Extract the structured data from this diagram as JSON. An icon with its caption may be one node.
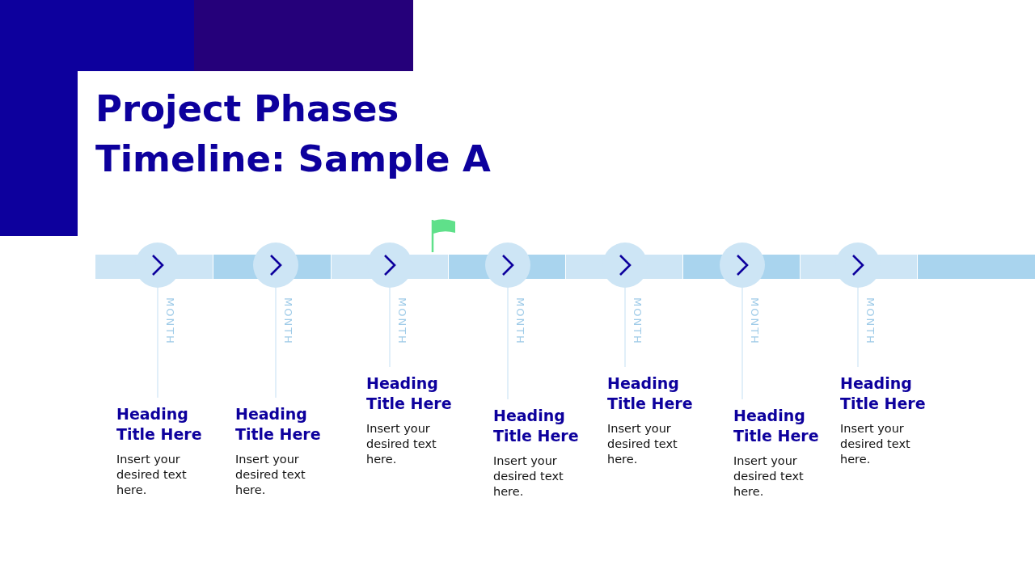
{
  "diagram": {
    "title": "Project Phases Timeline: Sample A",
    "nodes": [
      {
        "text": [],
        "shape": "circle"
      },
      {
        "text": [
          "Heading Title Here",
          "Insert your desired text here."
        ]
      },
      {
        "text": [],
        "shape": "circle"
      },
      {
        "text": [
          "Heading Title Here",
          "Insert your desired text here."
        ]
      },
      {
        "text": [],
        "shape": "circle"
      },
      {
        "text": [
          "Heading Title Here",
          "Insert your desired text here."
        ]
      },
      {
        "text": [],
        "shape": "circle"
      },
      {
        "text": [
          "Heading Title Here",
          "Insert your desired text here."
        ]
      },
      {
        "text": [],
        "shape": "circle"
      },
      {
        "text": [
          "Heading Title Here",
          "Insert your desired text here."
        ]
      },
      {
        "text": [],
        "shape": "circle"
      },
      {
        "text": [
          "Heading Title Here",
          "Insert your desired text here."
        ]
      },
      {
        "text": [],
        "shape": "circle"
      },
      {
        "text": [
          "Heading Title Here",
          "Insert your desired text here."
        ]
      }
    ],
    "edges": [
      {
        "from": 0,
        "to": 1,
        "arrow": "none",
        "label": "MONTH"
      },
      {
        "from": 2,
        "to": 3,
        "arrow": "none",
        "label": "MONTH"
      },
      {
        "from": 4,
        "to": 5,
        "arrow": "none",
        "label": "MONTH"
      },
      {
        "from": 6,
        "to": 7,
        "arrow": "none",
        "label": "MONTH"
      },
      {
        "from": 8,
        "to": 9,
        "arrow": "none",
        "label": "MONTH"
      },
      {
        "from": 10,
        "to": 11,
        "arrow": "none",
        "label": "MONTH"
      },
      {
        "from": 12,
        "to": 13,
        "arrow": "none",
        "label": "MONTH"
      }
    ]
  }
}
